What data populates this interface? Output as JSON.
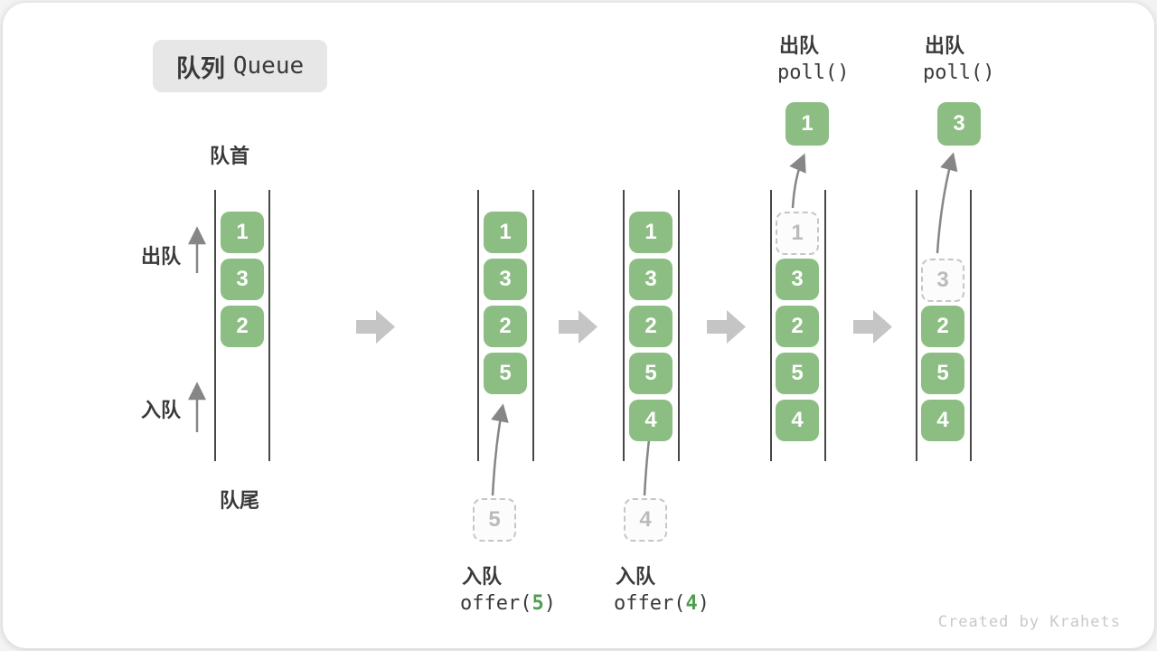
{
  "title": {
    "zh": "队列",
    "en": "Queue"
  },
  "labels": {
    "front": "队首",
    "rear": "队尾",
    "dequeue": "出队",
    "enqueue": "入队"
  },
  "states": [
    {
      "boxes": [
        "1",
        "3",
        "2"
      ]
    },
    {
      "boxes": [
        "1",
        "3",
        "2",
        "5"
      ]
    },
    {
      "boxes": [
        "1",
        "3",
        "2",
        "5",
        "4"
      ]
    },
    {
      "dashed": "1",
      "boxes": [
        "3",
        "2",
        "5",
        "4"
      ],
      "polled": "1",
      "op_zh": "出队",
      "op_code": "poll()"
    },
    {
      "dashed": "3",
      "boxes": [
        "2",
        "5",
        "4"
      ],
      "polled": "3",
      "op_zh": "出队",
      "op_code": "poll()"
    }
  ],
  "enqueue_ops": [
    {
      "zh": "入队",
      "fn": "offer(",
      "arg": "5",
      "close": ")",
      "pending": "5"
    },
    {
      "zh": "入队",
      "fn": "offer(",
      "arg": "4",
      "close": ")",
      "pending": "4"
    }
  ],
  "watermark": "Created by Krahets",
  "colors": {
    "box_green": "#8cbd83",
    "arg_green": "#4e9e50",
    "block_arrow_gray": "#c5c5c5",
    "thin_arrow_gray": "#868686",
    "wall_gray": "#474747",
    "text_dark": "#3a3a3a",
    "dashed_border": "#c6c6c6",
    "dashed_text": "#bbbbbb",
    "badge_bg": "#e7e7e7",
    "watermark_gray": "#c9c9c9"
  }
}
